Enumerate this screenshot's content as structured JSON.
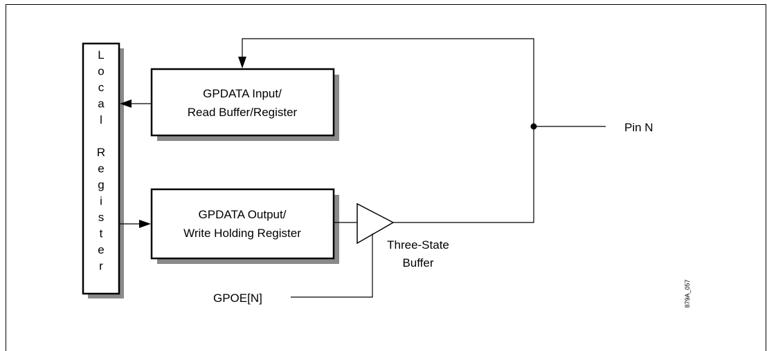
{
  "local_register": {
    "letters": [
      "L",
      "o",
      "c",
      "a",
      "l",
      "",
      "R",
      "e",
      "g",
      "i",
      "s",
      "t",
      "e",
      "r"
    ]
  },
  "input_block": {
    "line1": "GPDATA Input/",
    "line2": "Read Buffer/Register"
  },
  "output_block": {
    "line1": "GPDATA Output/",
    "line2": "Write Holding Register"
  },
  "buffer": {
    "line1": "Three-State",
    "line2": "Buffer"
  },
  "pin_label": "Pin N",
  "enable_label": "GPOE[N]",
  "figure_id": "879A_057",
  "colors": {
    "stroke": "#000000",
    "shadow": "#8a8a8a",
    "background": "#ffffff"
  }
}
